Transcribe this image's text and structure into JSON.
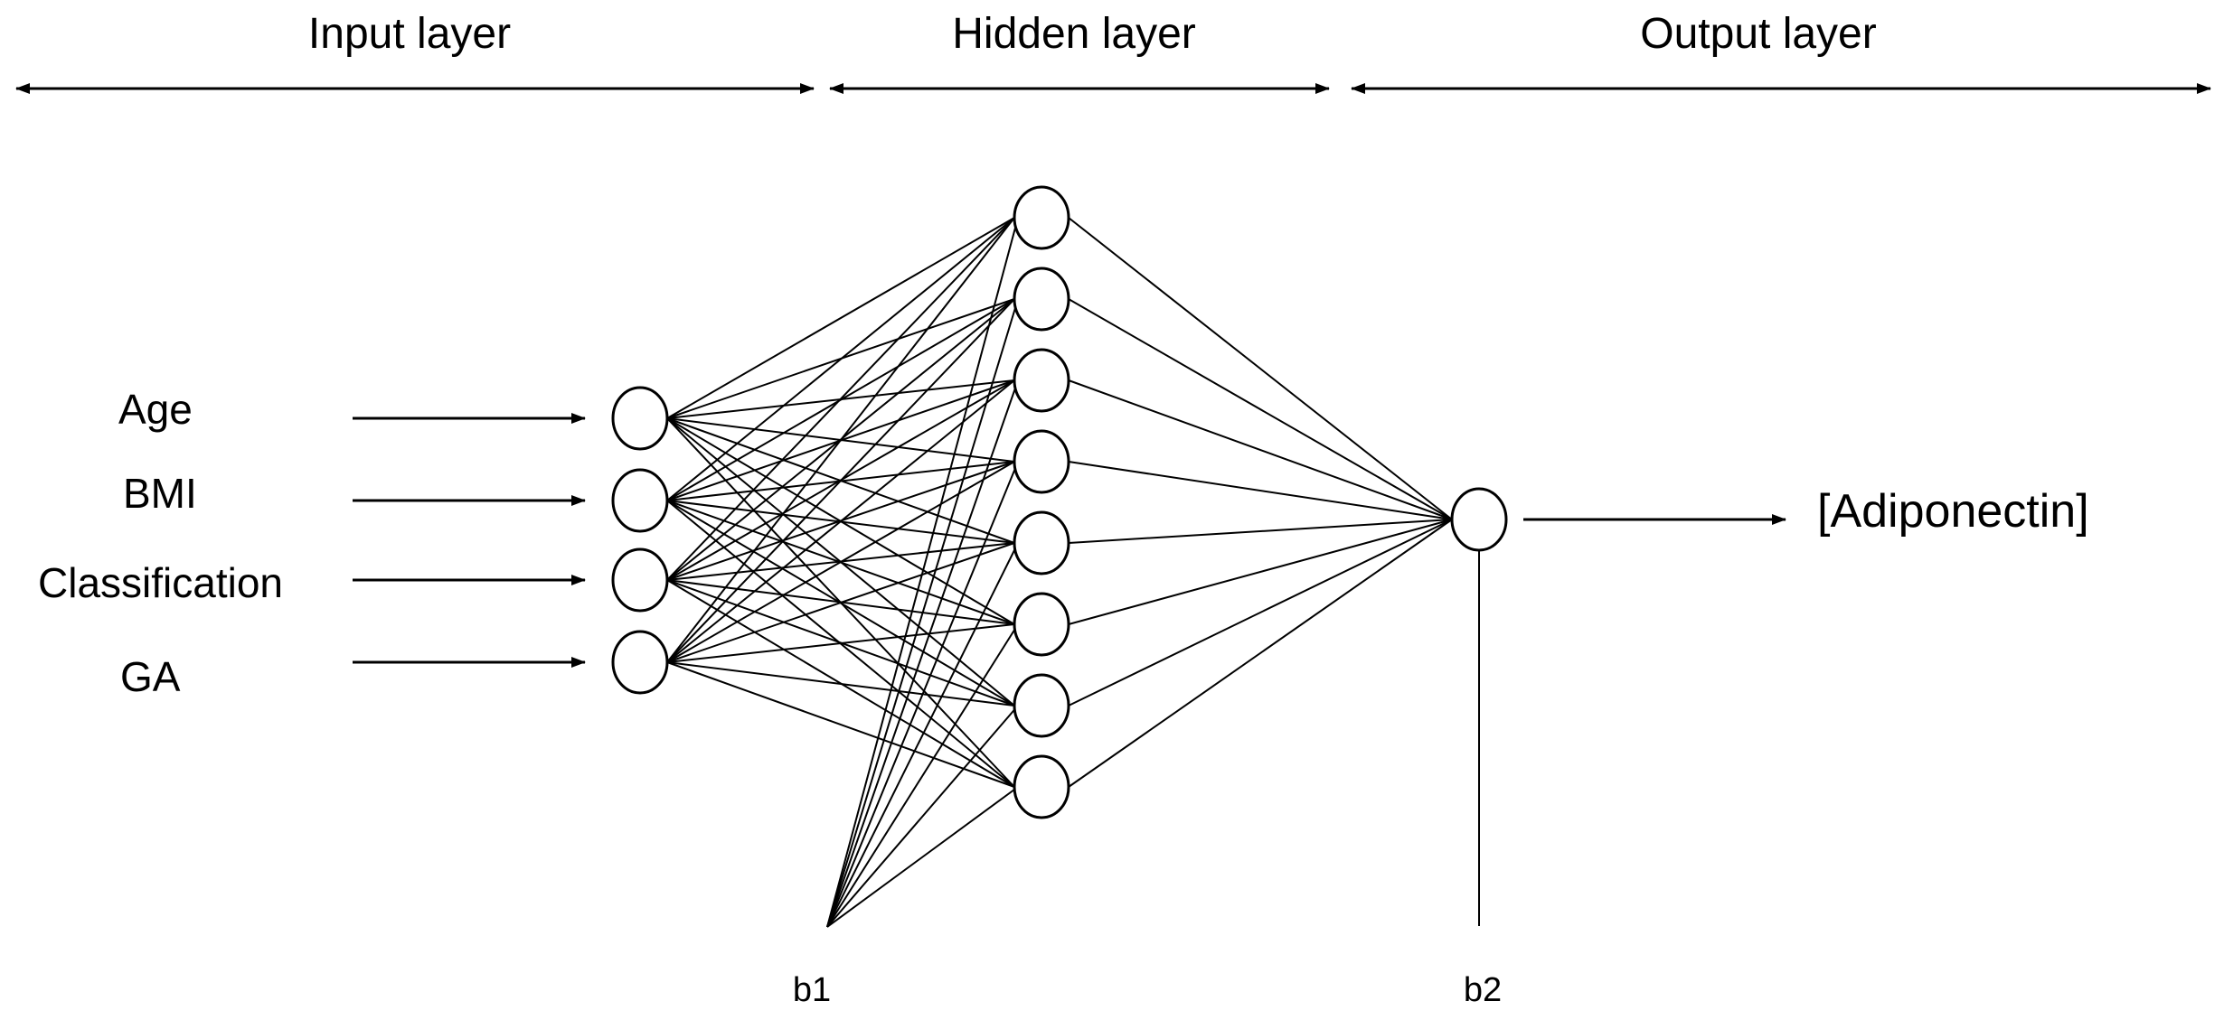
{
  "layers": {
    "input": {
      "title": "Input layer"
    },
    "hidden": {
      "title": "Hidden layer"
    },
    "output": {
      "title": "Output layer"
    }
  },
  "inputs": [
    "Age",
    "BMI",
    "Classification",
    "GA"
  ],
  "hidden_node_count": 8,
  "biases": {
    "b1": "b1",
    "b2": "b2"
  },
  "output": {
    "label": "[Adiponectin]"
  },
  "colors": {
    "stroke": "#000000",
    "node_fill": "#ffffff",
    "background": "#ffffff"
  }
}
